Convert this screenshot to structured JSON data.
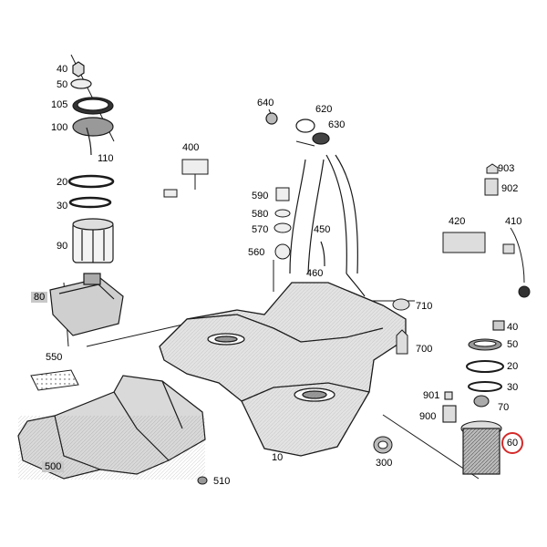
{
  "labels": {
    "p40a": "40",
    "p50a": "50",
    "p105": "105",
    "p100": "100",
    "p110": "110",
    "p20a": "20",
    "p30a": "30",
    "p90": "90",
    "p80": "80",
    "p550": "550",
    "p500": "500",
    "p510": "510",
    "p10": "10",
    "p300": "300",
    "p400": "400",
    "p590": "590",
    "p580": "580",
    "p570": "570",
    "p560": "560",
    "p450": "450",
    "p460": "460",
    "p640": "640",
    "p620": "620",
    "p630": "630",
    "p903": "903",
    "p902": "902",
    "p420": "420",
    "p410": "410",
    "p710": "710",
    "p700": "700",
    "p40b": "40",
    "p50b": "50",
    "p20b": "20",
    "p30b": "30",
    "p70": "70",
    "p901": "901",
    "p900": "900",
    "p60": "60"
  },
  "colors": {
    "line": "#1a1a1a",
    "part_fill": "#e6e6e6",
    "part_dark": "#9a9a9a",
    "label_box": "#c8c8c8",
    "highlight": "#d42a2a"
  }
}
